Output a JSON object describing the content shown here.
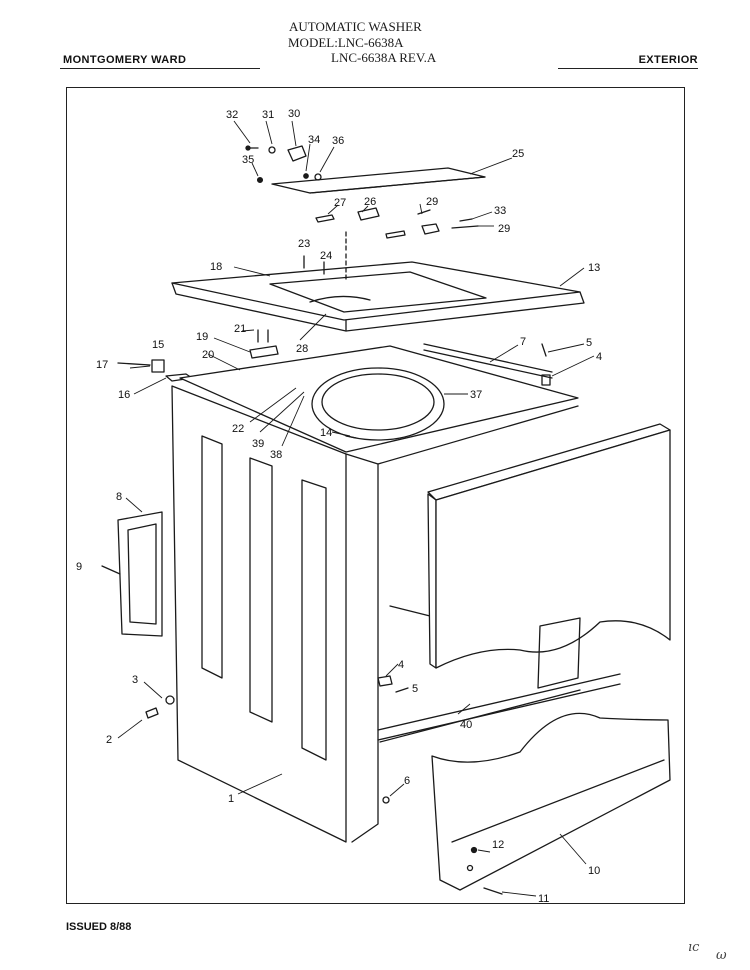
{
  "header": {
    "title_line1": "AUTOMATIC WASHER",
    "title_line2": "MODEL:LNC-6638A",
    "title_line3": "LNC-6638A REV.A",
    "brand": "MONTGOMERY WARD",
    "section": "EXTERIOR"
  },
  "footer": {
    "issued": "ISSUED 8/88"
  },
  "scribble": {
    "left": "ıc",
    "right": "ω"
  },
  "callouts": [
    {
      "id": "c1",
      "text": "1"
    },
    {
      "id": "c2",
      "text": "2"
    },
    {
      "id": "c3",
      "text": "3"
    },
    {
      "id": "c4a",
      "text": "4"
    },
    {
      "id": "c4b",
      "text": "4"
    },
    {
      "id": "c5a",
      "text": "5"
    },
    {
      "id": "c5b",
      "text": "5"
    },
    {
      "id": "c6",
      "text": "6"
    },
    {
      "id": "c7",
      "text": "7"
    },
    {
      "id": "c8",
      "text": "8"
    },
    {
      "id": "c9",
      "text": "9"
    },
    {
      "id": "c10",
      "text": "10"
    },
    {
      "id": "c11",
      "text": "11"
    },
    {
      "id": "c12",
      "text": "12"
    },
    {
      "id": "c13",
      "text": "13"
    },
    {
      "id": "c14",
      "text": "14"
    },
    {
      "id": "c15",
      "text": "15"
    },
    {
      "id": "c16",
      "text": "16"
    },
    {
      "id": "c17",
      "text": "17"
    },
    {
      "id": "c18",
      "text": "18"
    },
    {
      "id": "c19",
      "text": "19"
    },
    {
      "id": "c20",
      "text": "20"
    },
    {
      "id": "c21",
      "text": "21"
    },
    {
      "id": "c22",
      "text": "22"
    },
    {
      "id": "c23",
      "text": "23"
    },
    {
      "id": "c24",
      "text": "24"
    },
    {
      "id": "c25",
      "text": "25"
    },
    {
      "id": "c26",
      "text": "26"
    },
    {
      "id": "c27",
      "text": "27"
    },
    {
      "id": "c28",
      "text": "28"
    },
    {
      "id": "c29a",
      "text": "29"
    },
    {
      "id": "c29b",
      "text": "29"
    },
    {
      "id": "c30",
      "text": "30"
    },
    {
      "id": "c31",
      "text": "31"
    },
    {
      "id": "c32",
      "text": "32"
    },
    {
      "id": "c33",
      "text": "33"
    },
    {
      "id": "c34",
      "text": "34"
    },
    {
      "id": "c35",
      "text": "35"
    },
    {
      "id": "c36",
      "text": "36"
    },
    {
      "id": "c37",
      "text": "37"
    },
    {
      "id": "c38",
      "text": "38"
    },
    {
      "id": "c39",
      "text": "39"
    },
    {
      "id": "c40",
      "text": "40"
    }
  ]
}
